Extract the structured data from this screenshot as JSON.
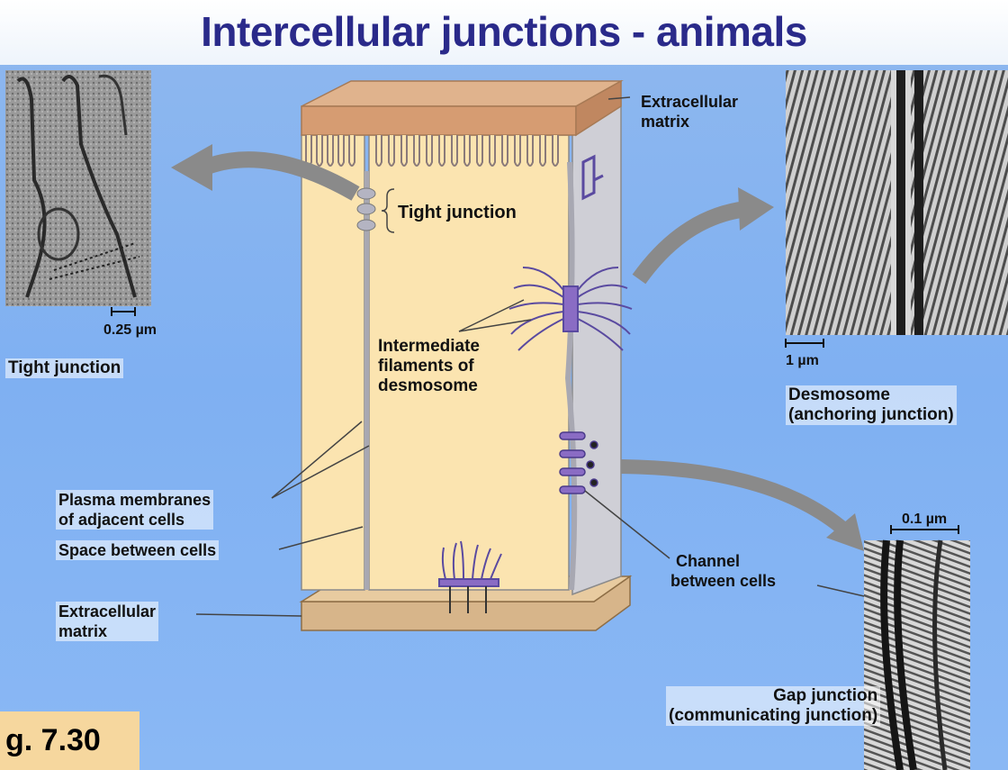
{
  "title": "Intercellular junctions - animals",
  "figure_label": "g. 7.30",
  "labels": {
    "extracellular_matrix_top": [
      "Extracellular",
      "matrix"
    ],
    "tight_junction_callout": "Tight junction",
    "intermediate_filaments": [
      "Intermediate",
      "filaments of",
      "desmosome"
    ],
    "plasma_membranes": [
      "Plasma membranes",
      "of adjacent cells"
    ],
    "space_between_cells": "Space between cells",
    "extracellular_matrix_bottom": [
      "Extracellular",
      "matrix"
    ],
    "channel_between_cells": [
      "Channel",
      "between cells"
    ]
  },
  "micrographs": {
    "tight_junction": {
      "scale": "0.25 µm",
      "caption": "Tight junction"
    },
    "desmosome": {
      "scale": "1 µm",
      "caption": [
        "Desmosome",
        "(anchoring junction)"
      ]
    },
    "gap_junction": {
      "scale": "0.1 µm",
      "caption": [
        "Gap junction",
        "(communicating junction)"
      ]
    }
  },
  "colors": {
    "title": "#2a2a8a",
    "cytoplasm": "#fbe4b0",
    "matrix_top": "#d9a27a",
    "membrane": "#9a9aa8",
    "junction_protein": "#8a6cc4",
    "arrow": "#8a8a8a"
  }
}
